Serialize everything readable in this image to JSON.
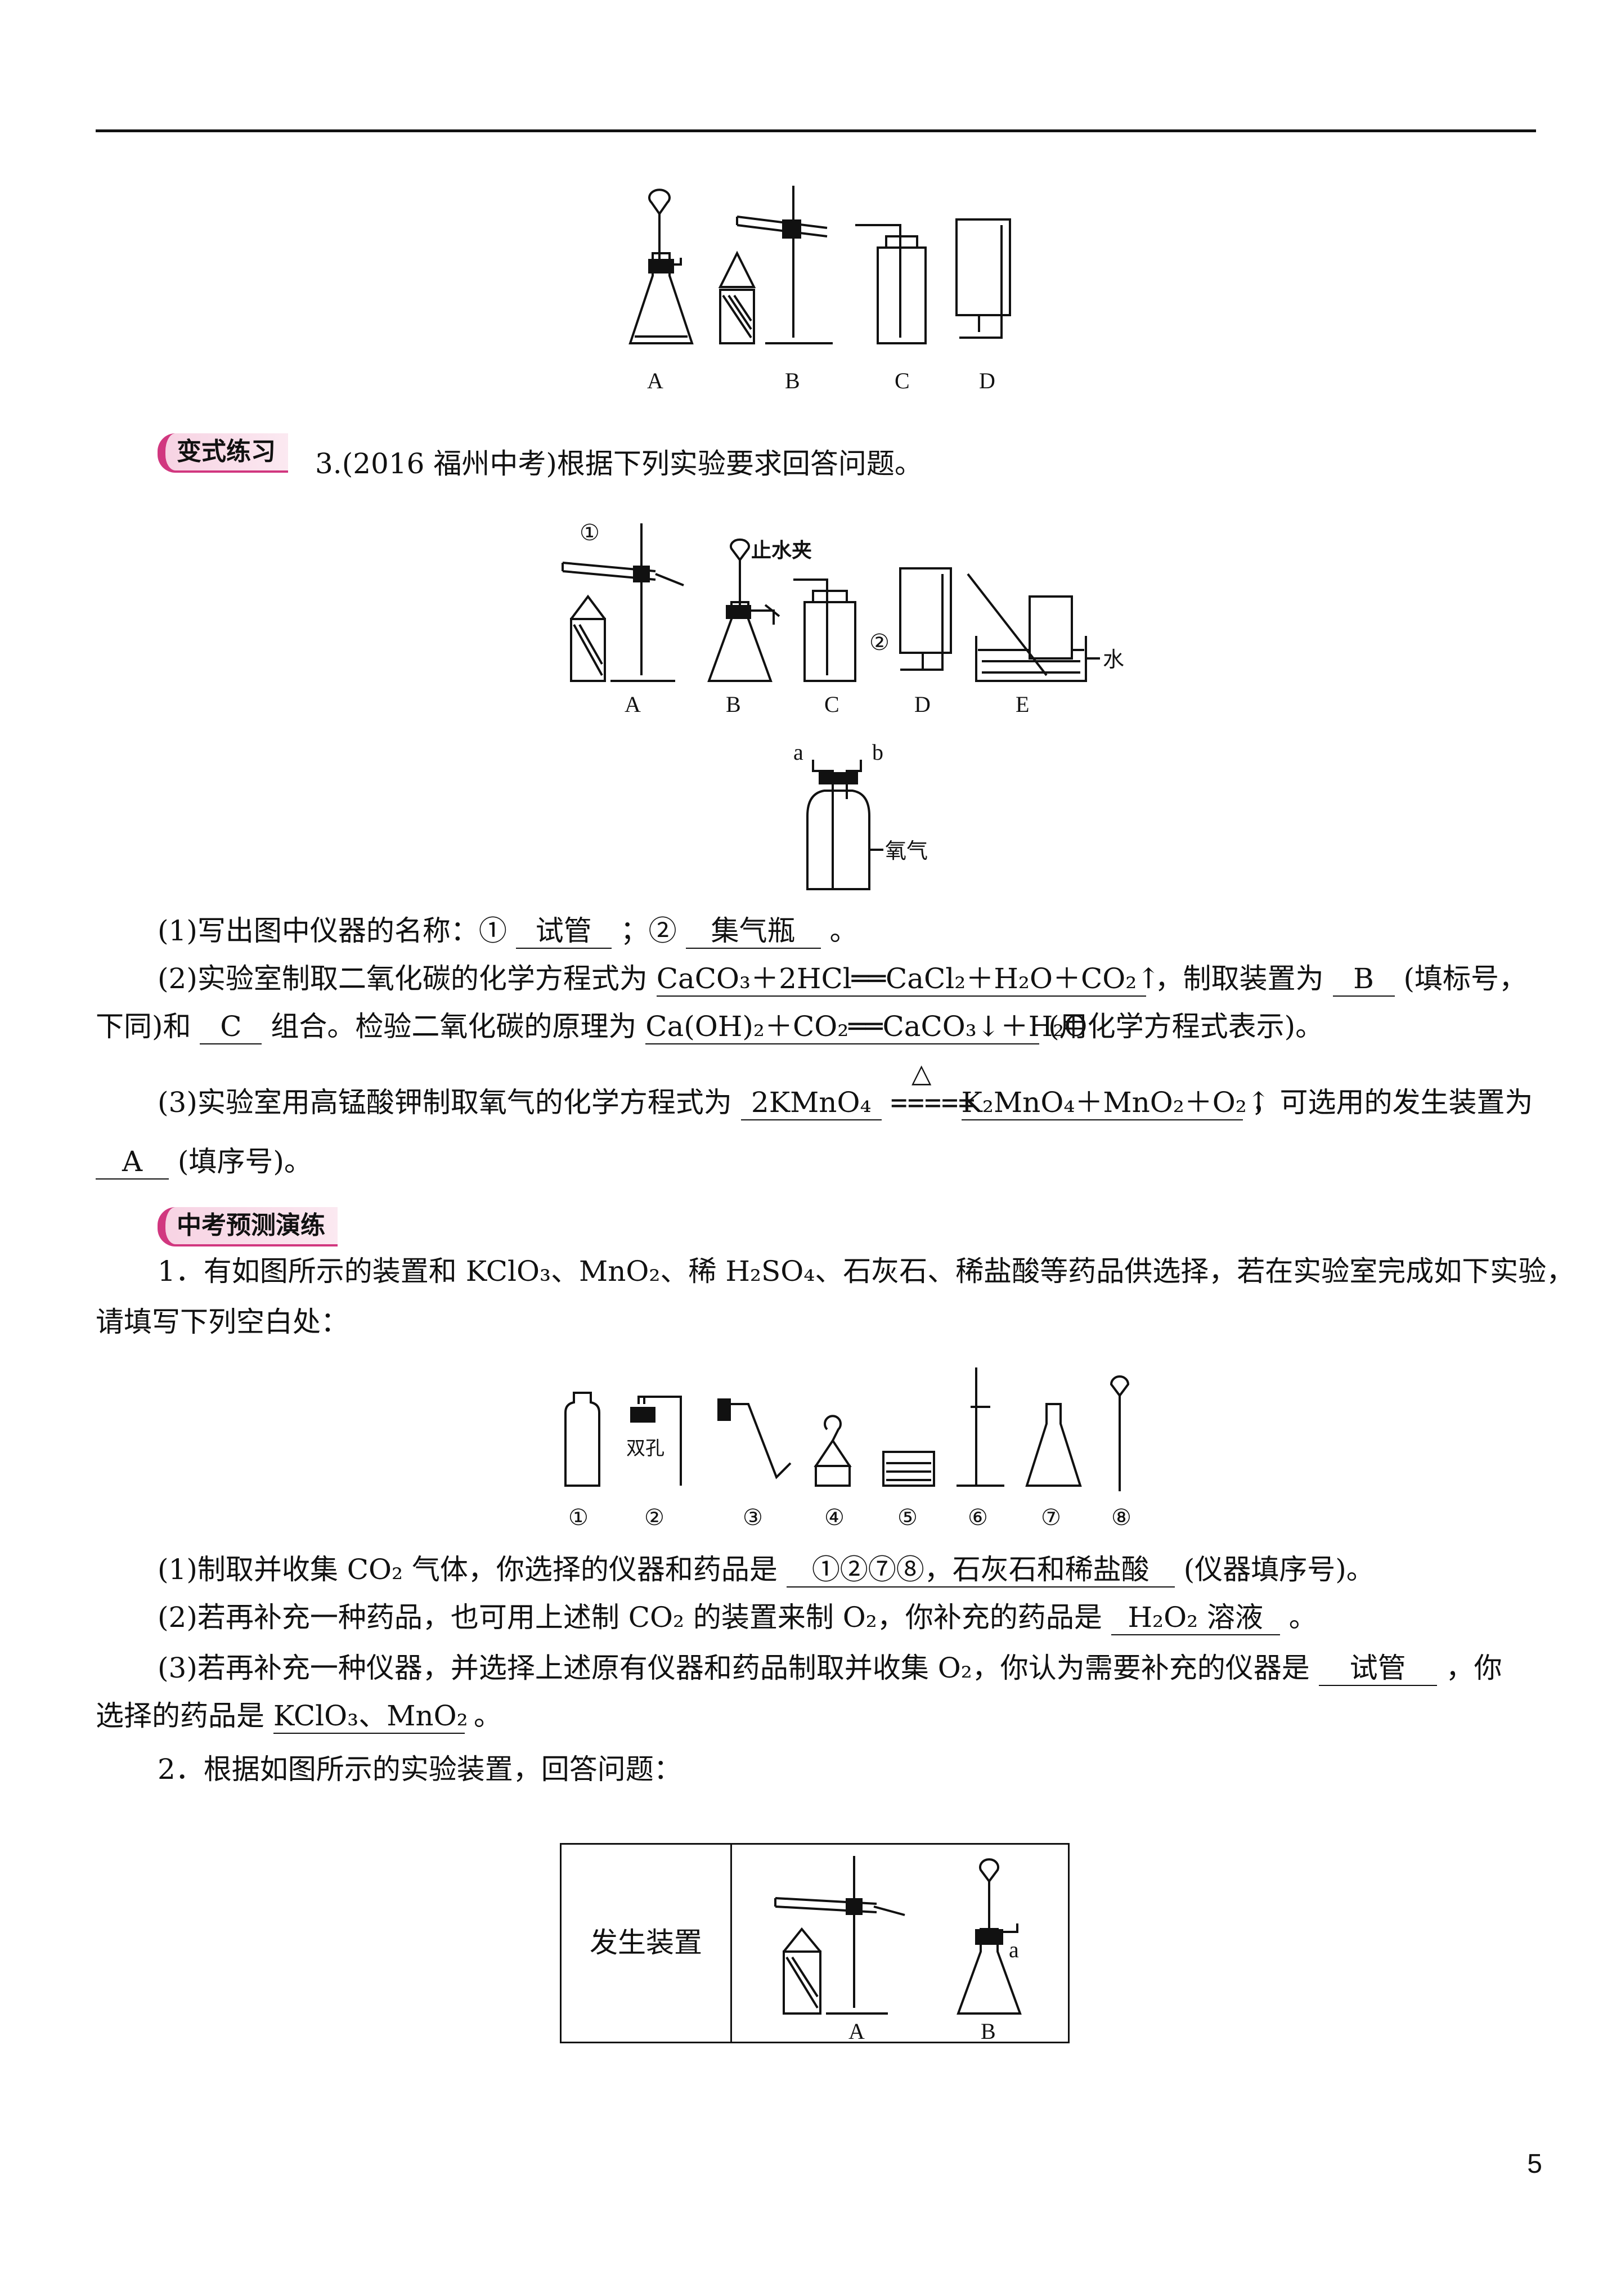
{
  "top_figure": {
    "labels": [
      "A",
      "B",
      "C",
      "D"
    ]
  },
  "exercise3": {
    "badge": "变式练习",
    "stem": "3.(2016 福州中考)根据下列实验要求回答问题。",
    "figure": {
      "labels": [
        "A",
        "B",
        "C",
        "D",
        "E"
      ],
      "marker_1": "①",
      "marker_2": "②",
      "clamp_label": "止水夹",
      "water_label": "水",
      "bottle_a": "a",
      "bottle_b": "b",
      "oxygen_label": "氧气"
    },
    "q1": {
      "prefix": "(1)写出图中仪器的名称：①",
      "ans1": "试管",
      "mid": "；②",
      "ans2": "集气瓶",
      "suffix": "。"
    },
    "q2": {
      "prefix": "(2)实验室制取二氧化碳的化学方程式为",
      "eq1": "CaCO₃＋2HCl══CaCl₂＋H₂O＋CO₂↑",
      "mid1": "，制取装置为",
      "ans_b": "B",
      "mid2": "(填标号，",
      "line2_prefix": "下同)和",
      "ans_c": "C",
      "mid3": "组合。检验二氧化碳的原理为",
      "eq2": "Ca(OH)₂＋CO₂══CaCO₃↓＋H₂O",
      "suffix": "(用化学方程式表示)。"
    },
    "q3": {
      "prefix": "(3)实验室用高锰酸钾制取氧气的化学方程式为",
      "eq_left": "2KMnO₄",
      "heat": "△",
      "eq_right": "K₂MnO₄＋MnO₂＋O₂↑",
      "suffix": "，可选用的发生装置为",
      "ans": "A",
      "line2_suffix": "(填序号)。"
    }
  },
  "forecast": {
    "badge": "中考预测演练",
    "q1_stem_line1": "1．有如图所示的装置和 KClO₃、MnO₂、稀 H₂SO₄、石灰石、稀盐酸等药品供选择，若在实验室完成如下实验，",
    "q1_stem_line2": "请填写下列空白处：",
    "figure": {
      "two_hole_label": "双孔",
      "numbers": [
        "①",
        "②",
        "③",
        "④",
        "⑤",
        "⑥",
        "⑦",
        "⑧"
      ]
    },
    "q1_1": {
      "prefix": "(1)制取并收集 CO₂ 气体，你选择的仪器和药品是",
      "ans": "①②⑦⑧，石灰石和稀盐酸",
      "suffix": "(仪器填序号)。"
    },
    "q1_2": {
      "prefix": "(2)若再补充一种药品，也可用上述制 CO₂ 的装置来制 O₂，你补充的药品是",
      "ans": "H₂O₂ 溶液",
      "suffix": "。"
    },
    "q1_3": {
      "prefix": "(3)若再补充一种仪器，并选择上述原有仪器和药品制取并收集 O₂，你认为需要补充的仪器是",
      "ans": "试管",
      "suffix": "，你",
      "line2_prefix": "选择的药品是",
      "ans2": "KClO₃、MnO₂",
      "line2_suffix": "。"
    },
    "q2_stem": "2．根据如图所示的实验装置，回答问题：",
    "table": {
      "row_label": "发生装置",
      "labels": [
        "A",
        "B"
      ],
      "a_label": "a"
    }
  },
  "page_number": "5"
}
